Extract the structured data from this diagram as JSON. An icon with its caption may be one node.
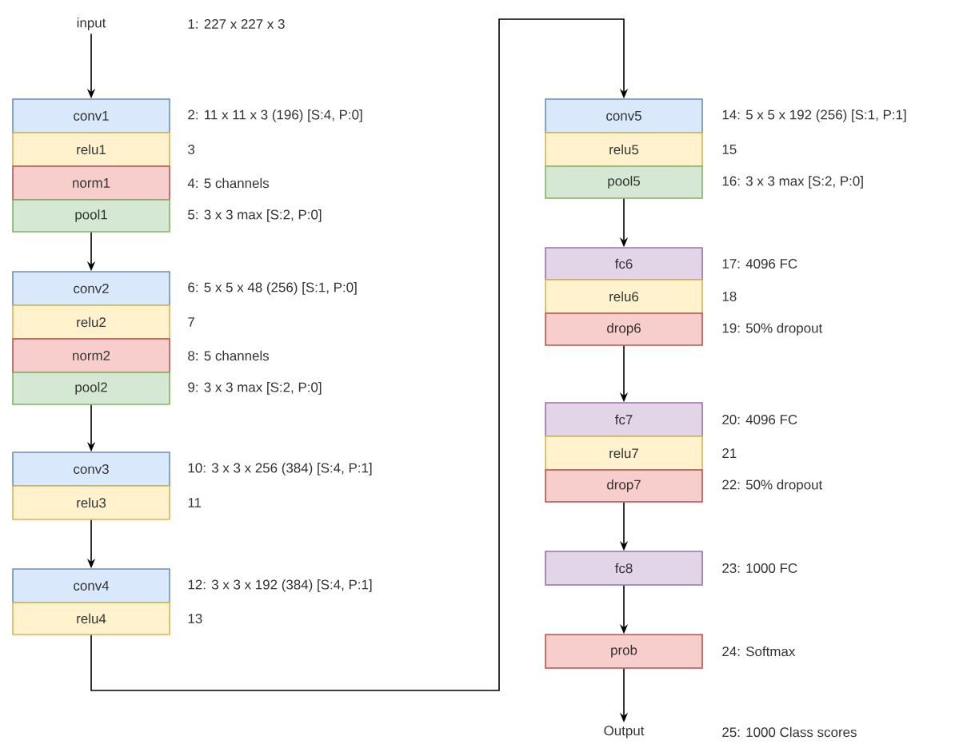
{
  "diagram": {
    "nodes": [
      {
        "text": [
          "input"
        ]
      },
      {
        "text": [
          "conv1"
        ],
        "beside": [
          "2: 11 x 11 x 3 (196) [S:4, P:0]"
        ]
      },
      {
        "text": [
          "relu1"
        ],
        "beside": [
          "3"
        ]
      },
      {
        "text": [
          "norm1"
        ],
        "beside": [
          "4: 5 channels"
        ]
      },
      {
        "text": [
          "pool1"
        ],
        "beside": [
          "5: 3 x 3 max [S:2, P:0]"
        ]
      },
      {
        "text": [
          "conv2"
        ],
        "beside": [
          "6: 5 x 5 x 48 (256) [S:1, P:0]"
        ]
      },
      {
        "text": [
          "relu2"
        ],
        "beside": [
          "7"
        ]
      },
      {
        "text": [
          "norm2"
        ],
        "beside": [
          "8: 5 channels"
        ]
      },
      {
        "text": [
          "pool2"
        ],
        "beside": [
          "9: 3 x 3 max [S:2, P:0]"
        ]
      },
      {
        "text": [
          "conv3"
        ],
        "beside": [
          "10: 3 x 3 x 256 (384) [S:4, P:1]"
        ]
      },
      {
        "text": [
          "relu3"
        ],
        "beside": [
          "11"
        ]
      },
      {
        "text": [
          "conv4"
        ],
        "beside": [
          "12: 3 x 3 x 192 (384) [S:4, P:1]"
        ]
      },
      {
        "text": [
          "relu4"
        ],
        "beside": [
          "13"
        ]
      },
      {
        "text": [
          "conv5"
        ],
        "beside": [
          "14: 5 x 5 x 192 (256) [S:1, P:1]"
        ]
      },
      {
        "text": [
          "relu5"
        ],
        "beside": [
          "15"
        ]
      },
      {
        "text": [
          "pool5"
        ],
        "beside": [
          "16: 3 x 3 max [S:2, P:0]"
        ]
      },
      {
        "text": [
          "fc6"
        ],
        "beside": [
          "17: 4096 FC"
        ]
      },
      {
        "text": [
          "relu6"
        ],
        "beside": [
          "18"
        ]
      },
      {
        "text": [
          "drop6"
        ],
        "beside": [
          "19: 50% dropout"
        ]
      },
      {
        "text": [
          "fc7"
        ],
        "beside": [
          "20: 4096 FC"
        ]
      },
      {
        "text": [
          "relu7"
        ],
        "beside": [
          "21"
        ]
      },
      {
        "text": [
          "drop7"
        ],
        "beside": [
          "22: 50% dropout"
        ]
      },
      {
        "text": [
          "fc8"
        ],
        "beside": [
          "23: 1000 FC"
        ]
      },
      {
        "text": [
          "prob"
        ],
        "beside": [
          "24: Softmax"
        ]
      },
      {
        "text": [
          "Output"
        ]
      }
    ],
    "labels": [
      "1: 227 x 227 x 3",
      "25: 1000 Class scores"
    ],
    "edges": [
      {
        "from": 0,
        "to": 1,
        "arrow": "to"
      },
      {
        "from": 4,
        "to": 5,
        "arrow": "to"
      },
      {
        "from": 8,
        "to": 9,
        "arrow": "to"
      },
      {
        "from": 10,
        "to": 11,
        "arrow": "to"
      },
      {
        "from": 12,
        "to": 13,
        "arrow": "to"
      },
      {
        "from": 15,
        "to": 16,
        "arrow": "to"
      },
      {
        "from": 18,
        "to": 19,
        "arrow": "to"
      },
      {
        "from": 21,
        "to": 22,
        "arrow": "to"
      },
      {
        "from": 22,
        "to": 23,
        "arrow": "to"
      },
      {
        "from": 23,
        "to": 24,
        "arrow": "to"
      }
    ]
  }
}
